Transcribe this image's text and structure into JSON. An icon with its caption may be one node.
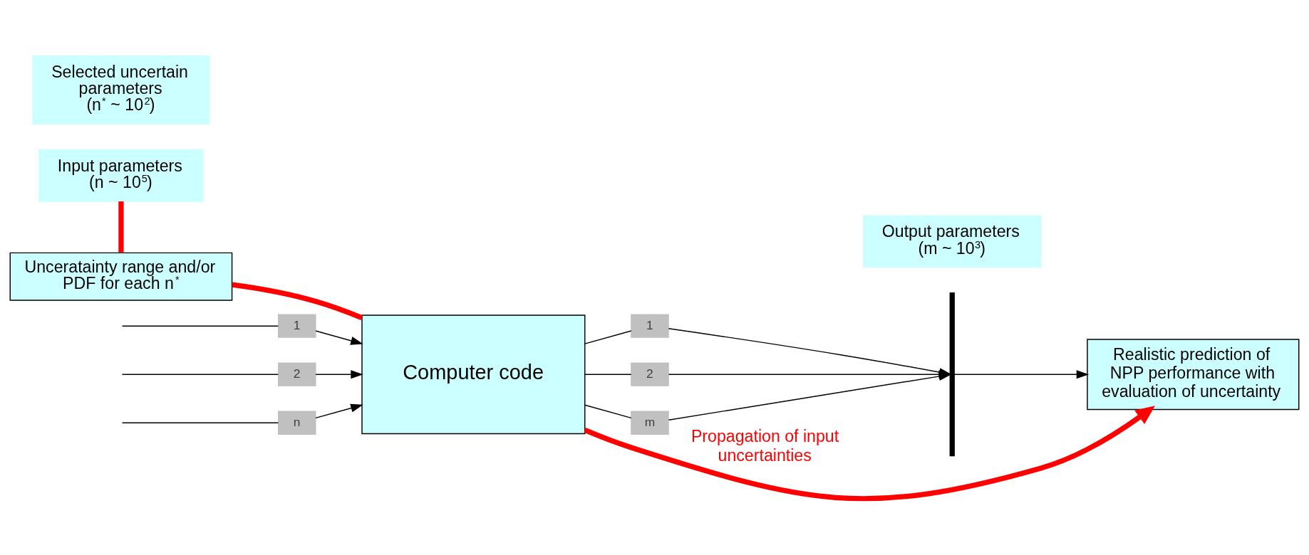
{
  "diagram": {
    "nodes": [
      {
        "text": [
          "Input parameters",
          "(n ~ 10$^{5}$)"
        ]
      },
      {
        "text": [
          "Output parameters",
          "(m ~ 10$^{3}$)"
        ]
      },
      {
        "text": [
          "Computer code"
        ]
      },
      {
        "text": [
          "1"
        ]
      },
      {
        "text": [
          "2"
        ]
      },
      {
        "text": [
          "n"
        ]
      },
      {
        "text": [
          "1"
        ]
      },
      {
        "text": [
          "2"
        ]
      },
      {
        "text": [
          "m"
        ]
      },
      {
        "text": [],
        "shape": "bar"
      },
      {
        "text": [
          "Selected uncertain parameters",
          "(n$^{*}$ ~ 10$^{2}$)"
        ]
      },
      {
        "text": [
          "Unceratainty range and/or PDF for each n$^{*}$"
        ]
      },
      {
        "text": [
          "Realistic prediction of NPP performance with evaluation of uncertainty"
        ]
      }
    ],
    "edges": [
      {
        "from": null,
        "to": 3,
        "arrow": "none"
      },
      {
        "from": 3,
        "to": 2,
        "arrow": "to"
      },
      {
        "from": null,
        "to": 4,
        "arrow": "none"
      },
      {
        "from": 4,
        "to": 2,
        "arrow": "to"
      },
      {
        "from": null,
        "to": 5,
        "arrow": "none"
      },
      {
        "from": 5,
        "to": 2,
        "arrow": "to"
      },
      {
        "from": 2,
        "to": 6,
        "arrow": "none"
      },
      {
        "from": 6,
        "to": 9,
        "arrow": "to"
      },
      {
        "from": 2,
        "to": 7,
        "arrow": "none"
      },
      {
        "from": 7,
        "to": 9,
        "arrow": "to"
      },
      {
        "from": 2,
        "to": 8,
        "arrow": "none"
      },
      {
        "from": 8,
        "to": 9,
        "arrow": "to"
      },
      {
        "from": 9,
        "to": 12,
        "arrow": "to"
      },
      {
        "from": 0,
        "to": 11,
        "arrow": "none",
        "style": "thick",
        "color": "#ff0000"
      },
      {
        "from": 11,
        "to": 2,
        "arrow": "none",
        "style": "thick",
        "color": "#ff0000"
      },
      {
        "from": 2,
        "to": 12,
        "arrow": "to",
        "style": "thick",
        "color": "#ff0000",
        "label": "Propagation of input uncertainties"
      }
    ]
  }
}
